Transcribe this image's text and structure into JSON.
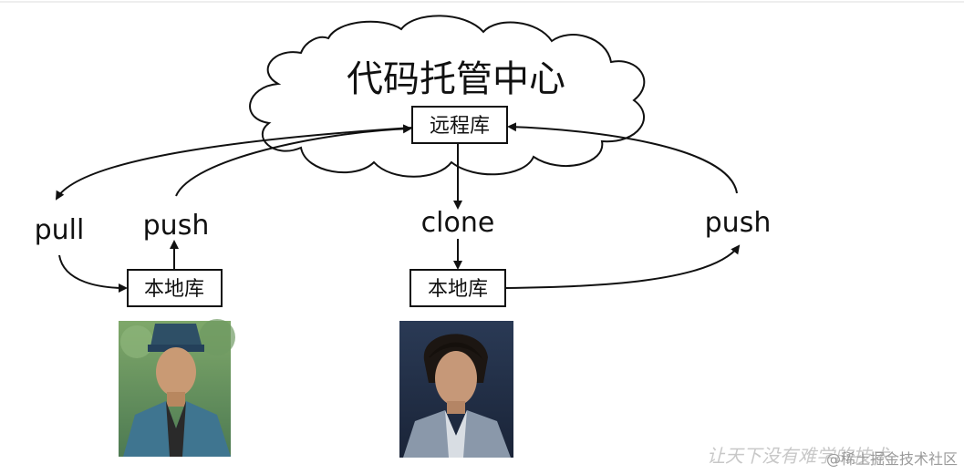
{
  "cloud": {
    "title": "代码托管中心"
  },
  "repos": {
    "remote": "远程库",
    "local_left": "本地库",
    "local_right": "本地库"
  },
  "actions": {
    "pull": "pull",
    "push_left": "push",
    "clone": "clone",
    "push_right": "push"
  },
  "people": {
    "left": "developer-portrait-blue-hat",
    "right": "developer-portrait-dark-hair"
  },
  "watermark": {
    "script": "让天下没有难学的技术",
    "text": "@稀土掘金技术社区"
  }
}
